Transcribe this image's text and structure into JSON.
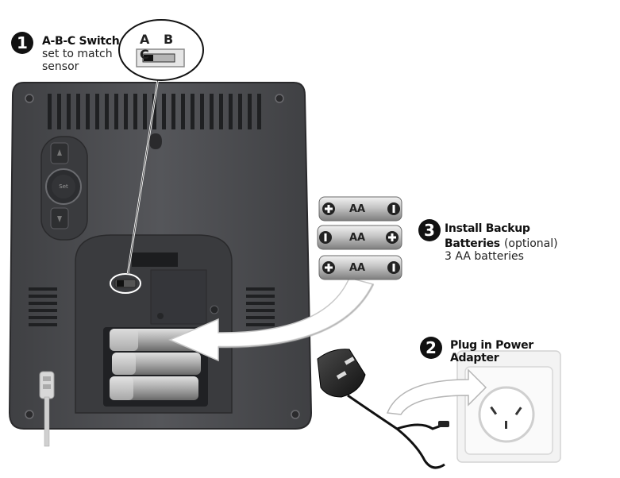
{
  "step1": {
    "number": "1",
    "title": "A-B-C Switch",
    "line1": "set to match",
    "line2": "sensor",
    "switch_letters": "A B C"
  },
  "step2": {
    "number": "2",
    "title_line1": "Plug in Power",
    "title_line2": "Adapter"
  },
  "step3": {
    "number": "3",
    "title_line1": "Install Backup",
    "title_line2": "Batteries",
    "optional": "(optional)",
    "detail": "3 AA batteries"
  },
  "batteries": [
    {
      "label": "AA",
      "left_terminal": "plus",
      "right_terminal": "minus"
    },
    {
      "label": "AA",
      "left_terminal": "minus",
      "right_terminal": "plus"
    },
    {
      "label": "AA",
      "left_terminal": "plus",
      "right_terminal": "minus"
    }
  ],
  "device_button": {
    "label": "Set"
  },
  "colors": {
    "device_body": "#4a4b4e",
    "device_dark": "#2f3033",
    "battery_silver": "#c9c9c9",
    "step_badge": "#111111",
    "arrow_fill": "#ffffff",
    "arrow_stroke": "#bdbdbd"
  }
}
